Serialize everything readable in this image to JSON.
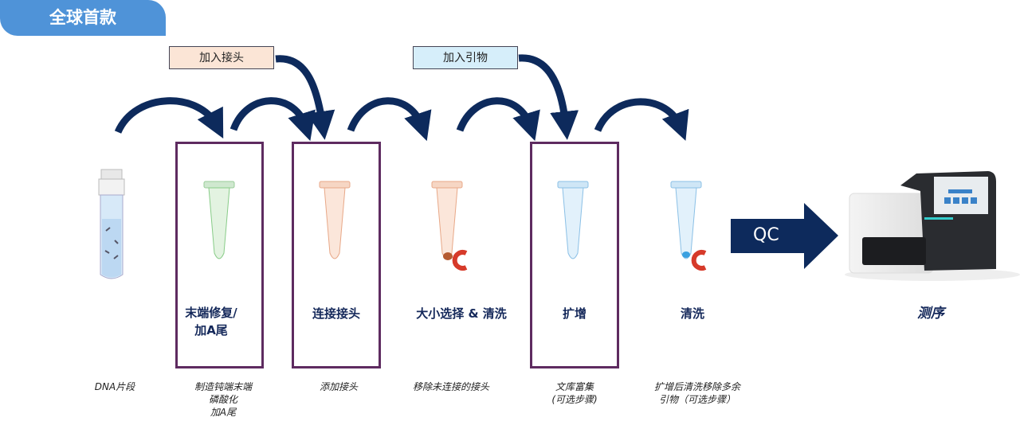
{
  "badge": "全球首款",
  "tags": {
    "adapter": "加入接头",
    "primer": "加入引物"
  },
  "steps": [
    {
      "label_line1": "末端修复/",
      "label_line2": "加A尾"
    },
    {
      "label": "连接接头"
    },
    {
      "label": "大小选择 & 清洗"
    },
    {
      "label": "扩增"
    },
    {
      "label": "清洗"
    },
    {
      "label": "测序"
    }
  ],
  "descriptions": [
    {
      "lines": [
        "DNA片段"
      ]
    },
    {
      "lines": [
        "制造钝端末端",
        "磷酸化",
        "加A尾"
      ]
    },
    {
      "lines": [
        "添加接头"
      ]
    },
    {
      "lines": [
        "移除未连接的接头"
      ]
    },
    {
      "lines": [
        "文库富集",
        "(可选步骤)"
      ]
    },
    {
      "lines": [
        "扩增后清洗移除多余",
        "引物（可选步骤）"
      ]
    }
  ],
  "qc_label": "QC",
  "colors": {
    "arrow": "#0d2a5c",
    "box": "#5e2b60",
    "badge": "#4f93d8",
    "tag_adapter": "#fbe5d6",
    "tag_primer": "#d6eefa"
  }
}
